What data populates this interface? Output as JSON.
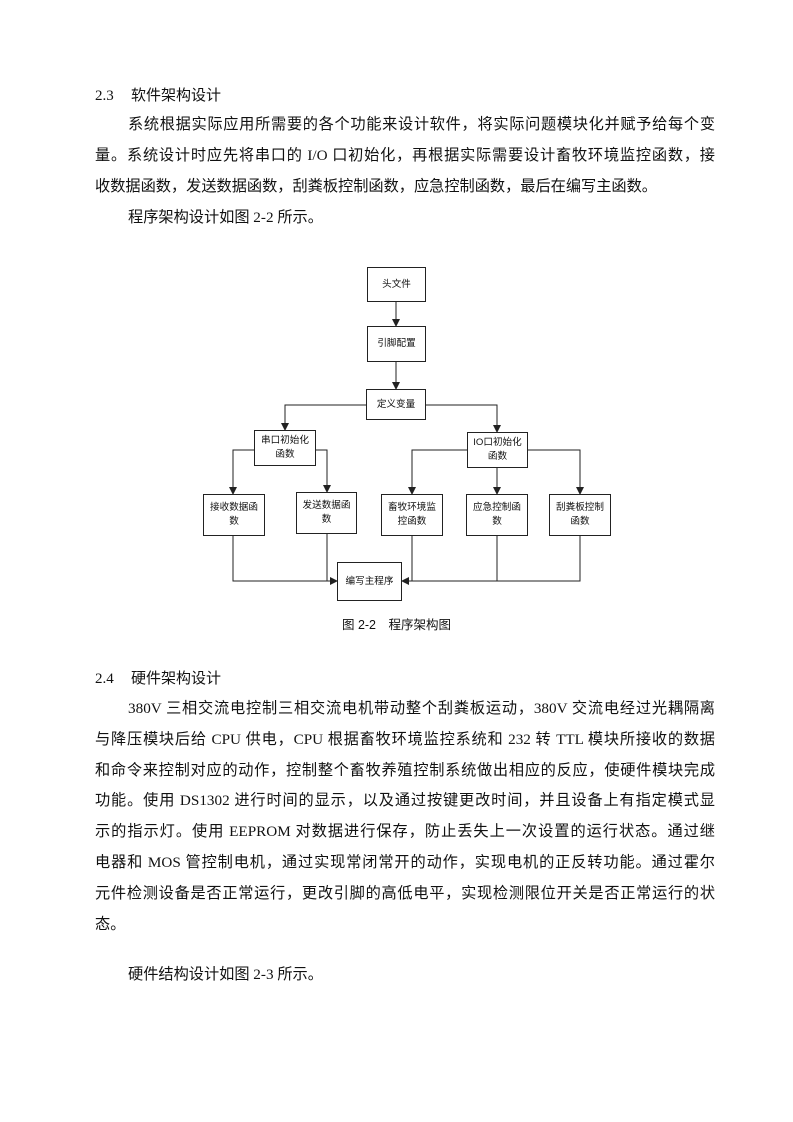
{
  "section_software": {
    "number": "2.3",
    "title": "软件架构设计",
    "para1_lines": [
      "系统根据实际应用所需要的各个功能来设计软件，将实际问题模块化并赋予给每个变",
      "量。系统设计时应先将串口的 I/O 口初始化，再根据实际需要设计畜牧环境监控函数，接",
      "收数据函数，发送数据函数，刮粪板控制函数，应急控制函数，最后在编写主函数。"
    ],
    "para2": "程序架构设计如图 2-2 所示。"
  },
  "figure": {
    "nodes": {
      "header_file": "头文件",
      "pin_config": "引脚配置",
      "define_var": "定义变量",
      "serial_init": "串口初始化函数",
      "io_init": "IO口初始化函数",
      "recv_data": "接收数据函数",
      "send_data": "发送数据函数",
      "env_monitor": "畜牧环境监控函数",
      "emergency": "应急控制函数",
      "scraper": "刮粪板控制函数",
      "main_func": "编写主程序"
    },
    "caption": "图 2-2　程序架构图"
  },
  "section_hardware": {
    "number": "2.4",
    "title": "硬件架构设计",
    "para1_lines": [
      "380V 三相交流电控制三相交流电机带动整个刮粪板运动，380V 交流电经过光耦隔离",
      "与降压模块后给 CPU 供电，CPU 根据畜牧环境监控系统和 232 转 TTL 模块所接收的数据",
      "和命令来控制对应的动作，控制整个畜牧养殖控制系统做出相应的反应，使硬件模块完成",
      "功能。使用 DS1302 进行时间的显示，以及通过按键更改时间，并且设备上有指定模式显",
      "示的指示灯。使用 EEPROM 对数据进行保存，防止丢失上一次设置的运行状态。通过继",
      "电器和 MOS 管控制电机，通过实现常闭常开的动作，实现电机的正反转功能。通过霍尔",
      "元件检测设备是否正常运行，更改引脚的高低电平，实现检测限位开关是否正常运行的状",
      "态。"
    ],
    "para2": "硬件结构设计如图 2-3 所示。"
  }
}
